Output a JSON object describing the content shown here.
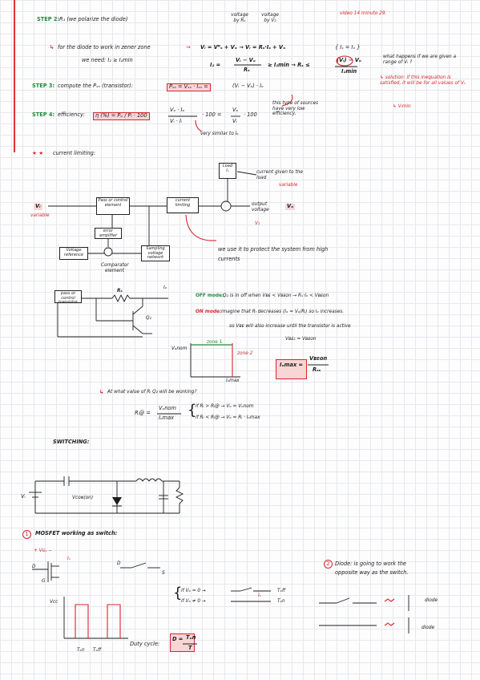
{
  "step2": {
    "label": "STEP 2:",
    "title": "R₁ (we polarize the diode)",
    "note_red": "video 14 minuto 29.",
    "col_volt_r": "voltage by Rₛ",
    "col_volt_z": "voltage by V₂",
    "for_work": "for the diode to work in zener zone",
    "we_need": "we need: I₂ ≥ I₂min",
    "eq1": "Vᵢ = Vᴿₛ + Vₒ → Vᵢ = Rₛ·Iₛ + Vₒ",
    "eq1b": "{ Iₛ = Iₓ }",
    "eq2_left": "I₂ =",
    "eq2_frac_num": "Vᵢ − Vₒ",
    "eq2_frac_den": "Rₛ",
    "eq2_mid": "≥ I₂min → Rₛ ≤",
    "eq2_frac2_num": "(Vᵢ) − Vₒ",
    "eq2_frac2_den": "I₂min",
    "what_happens": "what happens if we are given a range of Vᵢ ?",
    "solution": "↳ solution: if this inequation is satisfied, it will be for all values of Vᵢ.",
    "vimin": "↳ Vᵢmin"
  },
  "step3": {
    "label": "STEP 3:",
    "text": "compute the Pₛₛ (transistor):",
    "box": "Pₛₛ = Vₛₛ · Iₛₛ =",
    "result": "(Vᵢ − Vₒ) · Iₒ"
  },
  "step4": {
    "label": "STEP 4:",
    "text": "efficiency:",
    "formula": "η (%) = Pₒ / Pᵢ · 100",
    "eq_num": "Vₒ · Iₒ",
    "eq_den": "Vᵢ · Iᵢ",
    "eq_tail": "· 100 =",
    "eq_frac_num": "Vₒ",
    "eq_frac_den": "Vᵢ",
    "eq_end": "· 100",
    "note": "this type of sources have very low efficiency.",
    "similar": "very similar to Iₒ"
  },
  "current_limiting": {
    "title": "current limiting:",
    "load": "Load",
    "io": "Iₒ",
    "current_given": "current given to the load",
    "variable_red": "variable",
    "vi": "Vᵢ",
    "variable": "variable",
    "pass_element": "Pass or control element",
    "current_limiting_box": "current limiting",
    "output_voltage": "output voltage",
    "vo": "Vₒ",
    "vz": "V₂",
    "error_amp": "error amplifier",
    "voltage_ref": "Voltage reference",
    "sampling": "Sampling voltage network",
    "comparator": "Comparator element",
    "protect": "we use it to protect the system from high currents"
  },
  "circuit2": {
    "pass_label": "pass or control transistor",
    "rs": "Rₛ",
    "io": "Iₒ",
    "q2": "Q₂",
    "off_mode_label": "OFF mode:",
    "off_mode": "Q₂ is in off when Vʙᴇ < Vʙᴇon → Rₛ·Iₒ < Vʙᴇon",
    "on_mode_label": "ON mode:",
    "on_mode": "imagine that Rₗ decreases (Iₒ = Vₒ/Rₗ) so Iₒ increases.",
    "on_mode2": "so Vʙᴇ will also increase until the transistor is active",
    "vbe2": "Vʙᴇ₂ = Vʙᴇon",
    "graph_y": "Vₒnom",
    "zone1": "zone 1",
    "zone2": "zone 2",
    "graph_x": "Iₒmax",
    "iomax_lhs": "Iₒmax =",
    "iomax_num": "Vʙᴇon",
    "iomax_den": "Rₛₛ",
    "question": "At what value of Rₗ Q₂ will be working?",
    "rl_lhs": "Rₗ@ =",
    "rl_num": "Vₒnom",
    "rl_den": "Iₒmax",
    "case1": "if Rₗ > Rₗ@ → Vₒ = Vₒnom",
    "case2": "if Rₗ < Rₗ@ → Vₒ = Rₗ · Iₒmax"
  },
  "switching": {
    "title": "SWITCHING:",
    "vi": "Vᵢ",
    "vcon": "Vᴄᴏɴ(on)"
  },
  "mosfet": {
    "num": "1",
    "title": "MOSFET working as switch:",
    "vgs": "+ Vɢₛ −",
    "is": "Iₛ",
    "d": "D",
    "s": "S",
    "g": "G",
    "vcc": "Vᴄᴄ",
    "case1": "if Vₒ = 0 →",
    "toff": "Tₒff",
    "case2": "if Vₒ ≠ 0 →",
    "ton": "Tₒn",
    "is2": "Iₛ",
    "ton_axis": "Tₒn",
    "toff_axis": "Tₒff",
    "duty": "Duty cycle:",
    "duty_lhs": "D =",
    "duty_num": "Tₒn",
    "duty_den": "T"
  },
  "diode": {
    "num": "2",
    "text": "Diode: is going to work the opposite way as the switch.",
    "label1": "diode",
    "label2": "diode"
  },
  "colors": {
    "red": "#d6262e",
    "green": "#1f8a3c",
    "grid": "#e6e8ec"
  }
}
